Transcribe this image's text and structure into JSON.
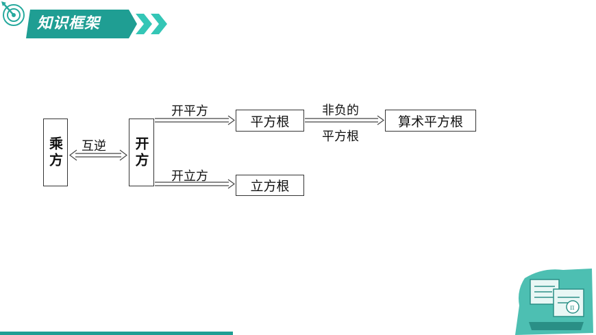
{
  "header": {
    "title": "知识框架",
    "colors": {
      "banner": "#1f9e93",
      "chevron": "#34c6b6",
      "logo": "#26a99d"
    }
  },
  "diagram": {
    "nodes": {
      "multiply": "乘方",
      "root_extraction": "开方",
      "square_root": "平方根",
      "arithmetic_square_root": "算术平方根",
      "cube_root": "立方根"
    },
    "edges": {
      "inverse": "互逆",
      "open_square": "开平方",
      "non_negative_line1": "非负的",
      "non_negative_line2": "平方根",
      "open_cube": "开立方"
    },
    "line_color": "#444444"
  },
  "decoration": {
    "colors": {
      "primary": "#4dbfb2",
      "dark": "#2a8f86"
    }
  }
}
